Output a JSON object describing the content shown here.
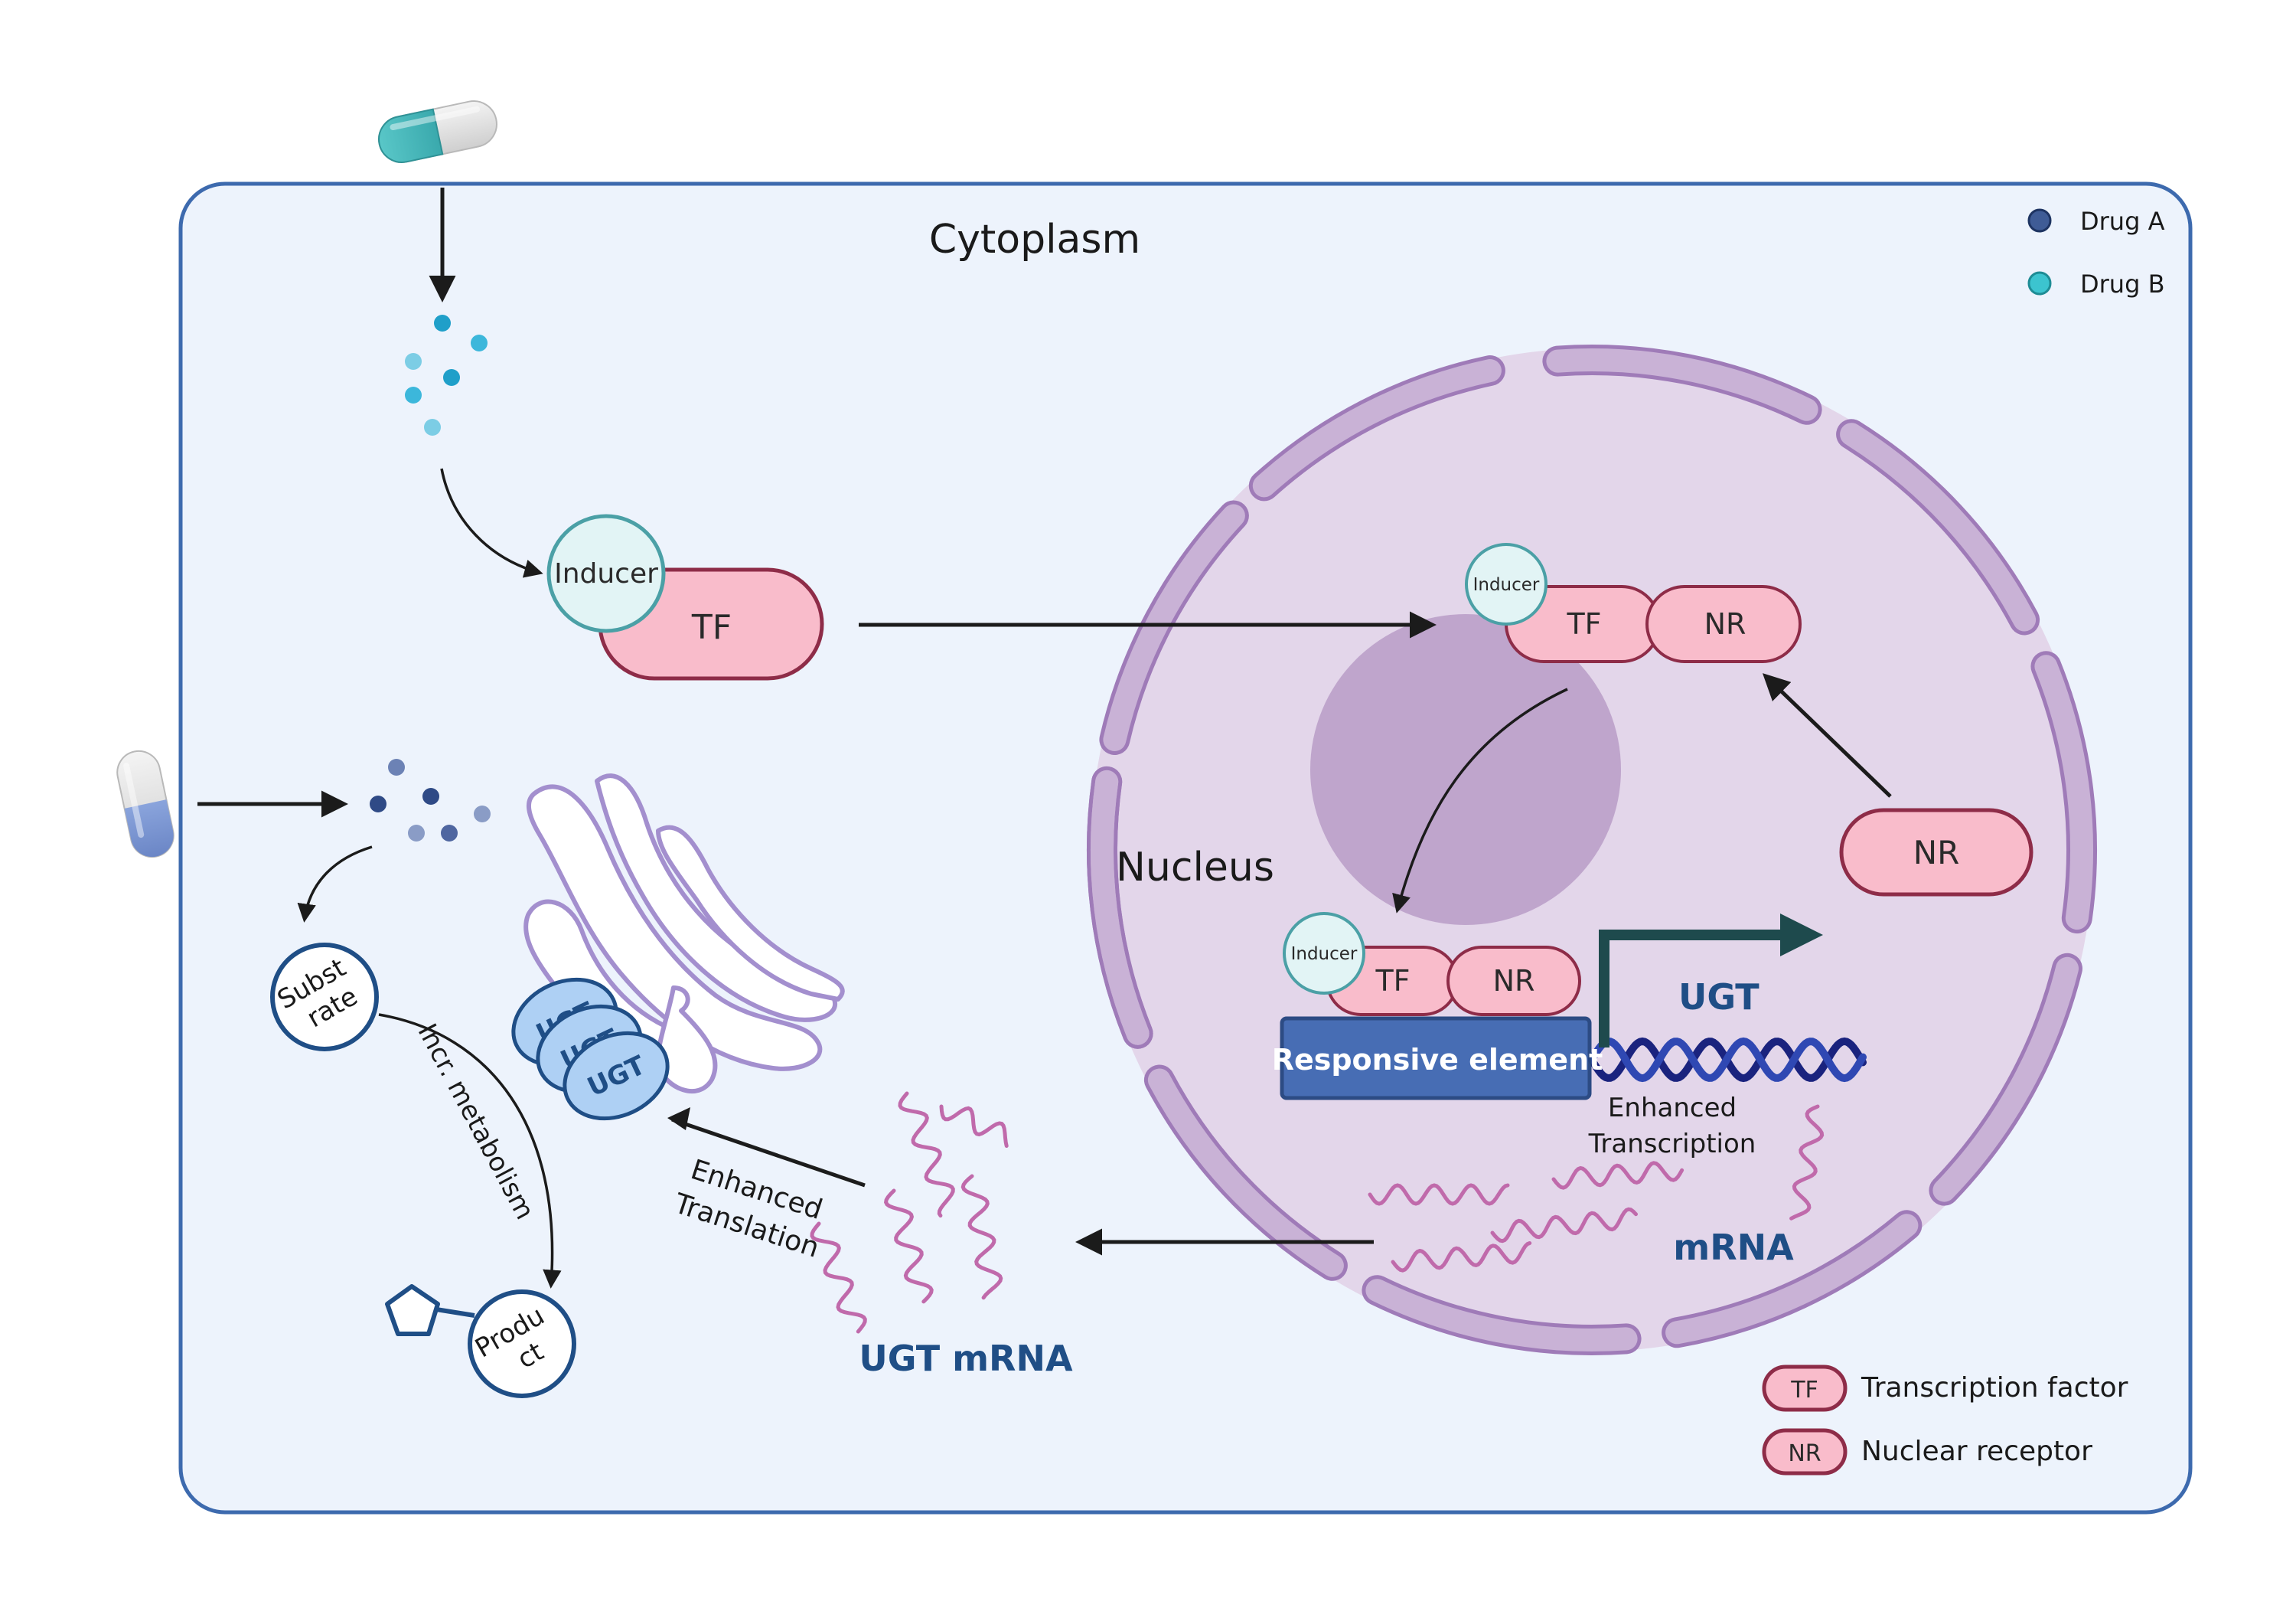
{
  "cell": {
    "cytoplasm_label": "Cytoplasm",
    "nucleus_label": "Nucleus"
  },
  "legend": {
    "drug_a": {
      "label": "Drug A",
      "color": "#3f5c96"
    },
    "drug_b": {
      "label": "Drug B",
      "color": "#3cc4cf"
    },
    "tf": {
      "tag": "TF",
      "label": "Transcription factor"
    },
    "nr": {
      "tag": "NR",
      "label": "Nuclear receptor"
    }
  },
  "cytoplasm_complex": {
    "inducer": "Inducer",
    "tf": "TF"
  },
  "nuclear_complex_top": {
    "inducer": "Inducer",
    "tf": "TF",
    "nr": "NR"
  },
  "nuclear_complex_bottom": {
    "inducer": "Inducer",
    "tf": "TF",
    "nr": "NR"
  },
  "free_nr": "NR",
  "dna": {
    "responsive_element": "Responsive element",
    "gene": "UGT",
    "enhanced_transcription": [
      "Enhanced",
      "Transcription"
    ]
  },
  "mrna_label": "mRNA",
  "ugt_mrna_label": "UGT mRNA",
  "enhanced_translation": [
    "Enhanced",
    "Translation"
  ],
  "ugt_enzymes": [
    "UGT",
    "UGT",
    "UGT"
  ],
  "substrate": [
    "Subst",
    "rate"
  ],
  "product": [
    "Produ",
    "ct"
  ],
  "metabolism_label": "Incr. metabolism",
  "colors": {
    "cell_fill": "#edf3fc",
    "cell_stroke": "#3d6aae",
    "nucleus_fill": "#e3d6ea",
    "envelope": "#c9b2d6",
    "envelope_stroke": "#9f7bb8",
    "nucleolus": "#bfa5cc",
    "pink": "#f9bccb",
    "pink_stroke": "#8e2c48",
    "teal_pale": "#e2f4f5",
    "teal_stroke": "#4ba0a6",
    "navy": "#1f4e86",
    "mrna": "#c06aab",
    "arrow": "#1b1b1b"
  }
}
